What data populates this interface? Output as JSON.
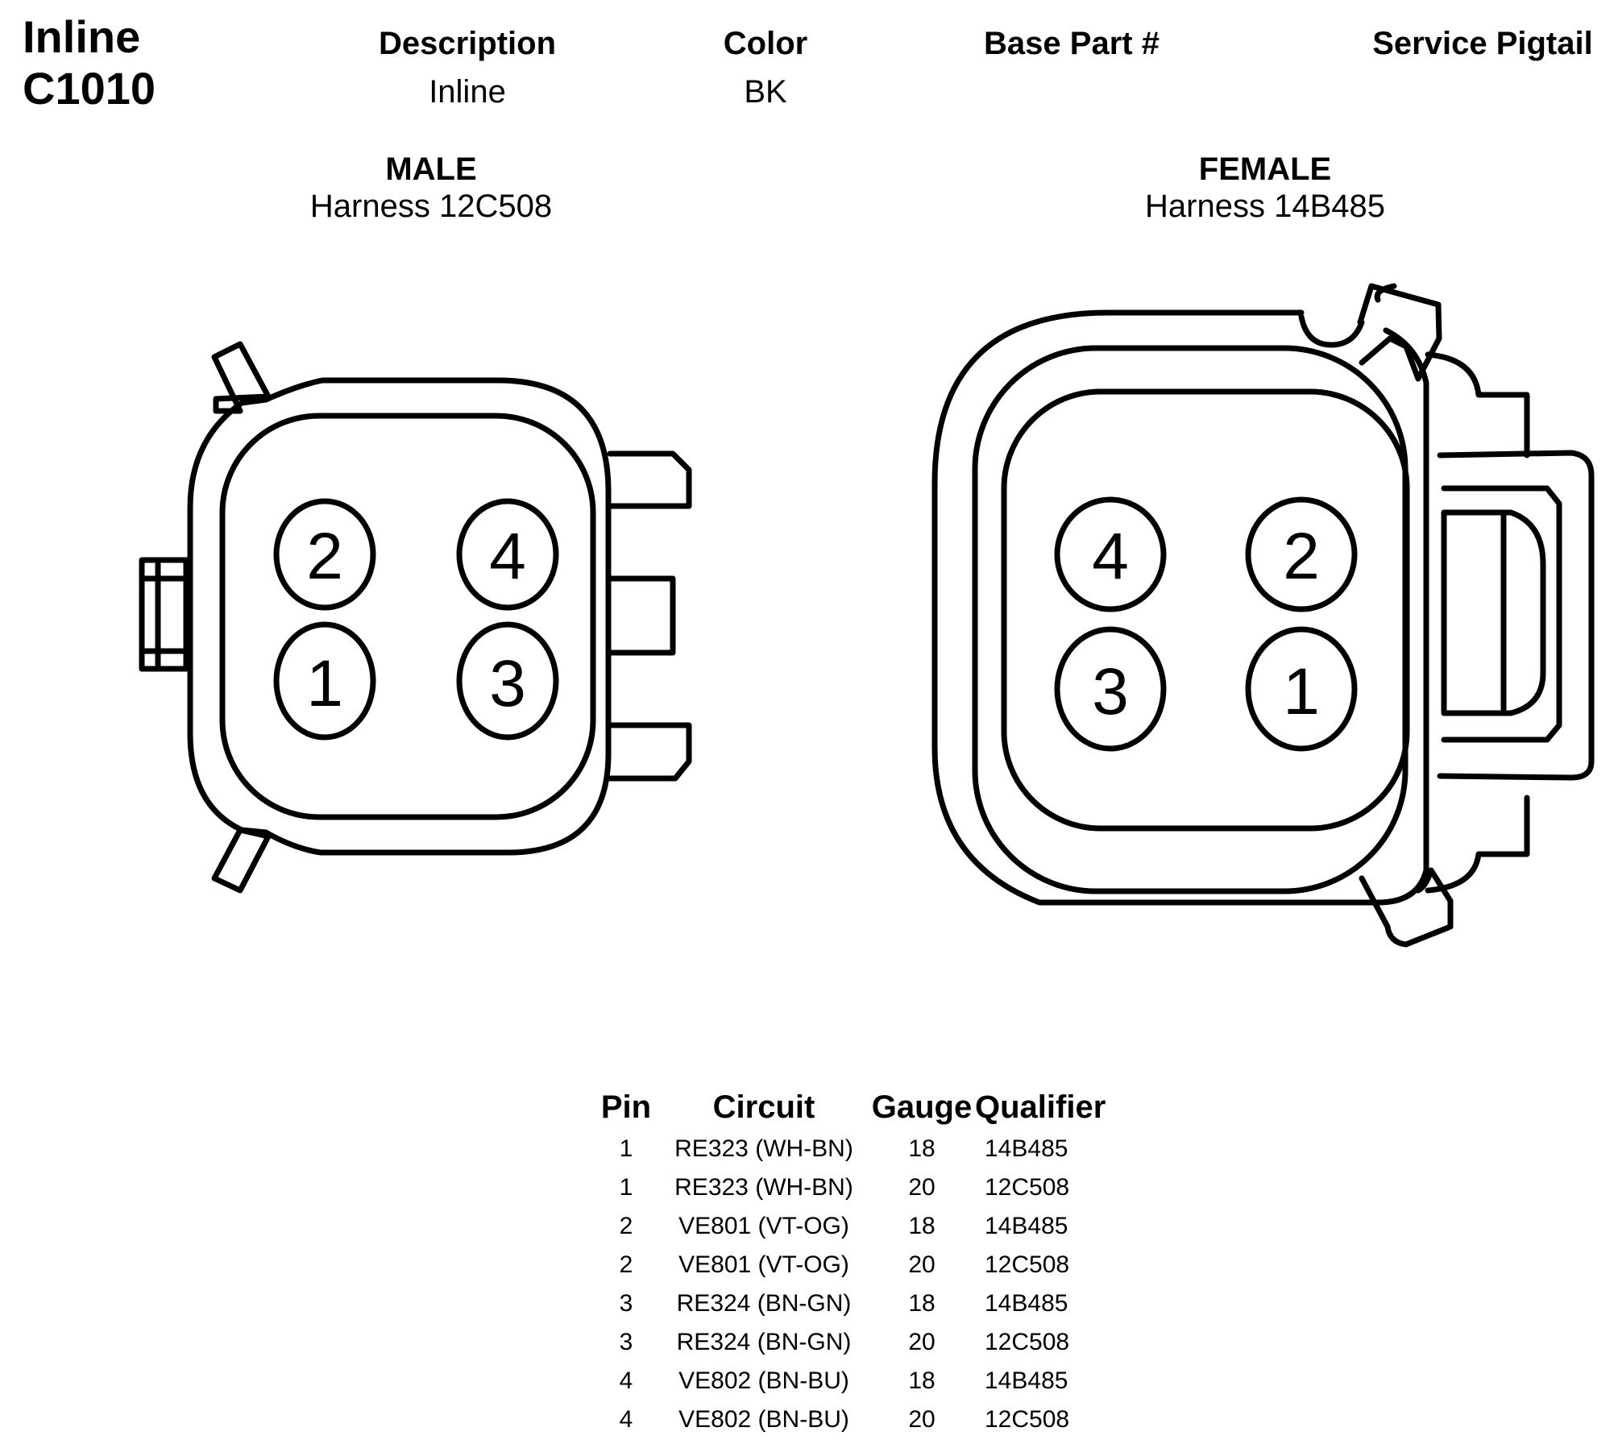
{
  "header": {
    "title_line1": "Inline",
    "title_line2": "C1010",
    "description_label": "Description",
    "description_value": "Inline",
    "color_label": "Color",
    "color_value": "BK",
    "base_part_label": "Base Part #",
    "service_pigtail_label": "Service Pigtail"
  },
  "male": {
    "label": "MALE",
    "harness": "Harness 12C508",
    "pins": [
      "2",
      "4",
      "1",
      "3"
    ]
  },
  "female": {
    "label": "FEMALE",
    "harness": "Harness 14B485",
    "pins": [
      "4",
      "2",
      "3",
      "1"
    ]
  },
  "table": {
    "headers": {
      "pin": "Pin",
      "circuit": "Circuit",
      "gauge": "Gauge",
      "qualifier": "Qualifier"
    },
    "rows": [
      {
        "pin": "1",
        "circuit": "RE323 (WH-BN)",
        "gauge": "18",
        "qualifier": "14B485"
      },
      {
        "pin": "1",
        "circuit": "RE323 (WH-BN)",
        "gauge": "20",
        "qualifier": "12C508"
      },
      {
        "pin": "2",
        "circuit": "VE801 (VT-OG)",
        "gauge": "18",
        "qualifier": "14B485"
      },
      {
        "pin": "2",
        "circuit": "VE801 (VT-OG)",
        "gauge": "20",
        "qualifier": "12C508"
      },
      {
        "pin": "3",
        "circuit": "RE324 (BN-GN)",
        "gauge": "18",
        "qualifier": "14B485"
      },
      {
        "pin": "3",
        "circuit": "RE324 (BN-GN)",
        "gauge": "20",
        "qualifier": "12C508"
      },
      {
        "pin": "4",
        "circuit": "VE802 (BN-BU)",
        "gauge": "18",
        "qualifier": "14B485"
      },
      {
        "pin": "4",
        "circuit": "VE802 (BN-BU)",
        "gauge": "20",
        "qualifier": "12C508"
      }
    ]
  }
}
